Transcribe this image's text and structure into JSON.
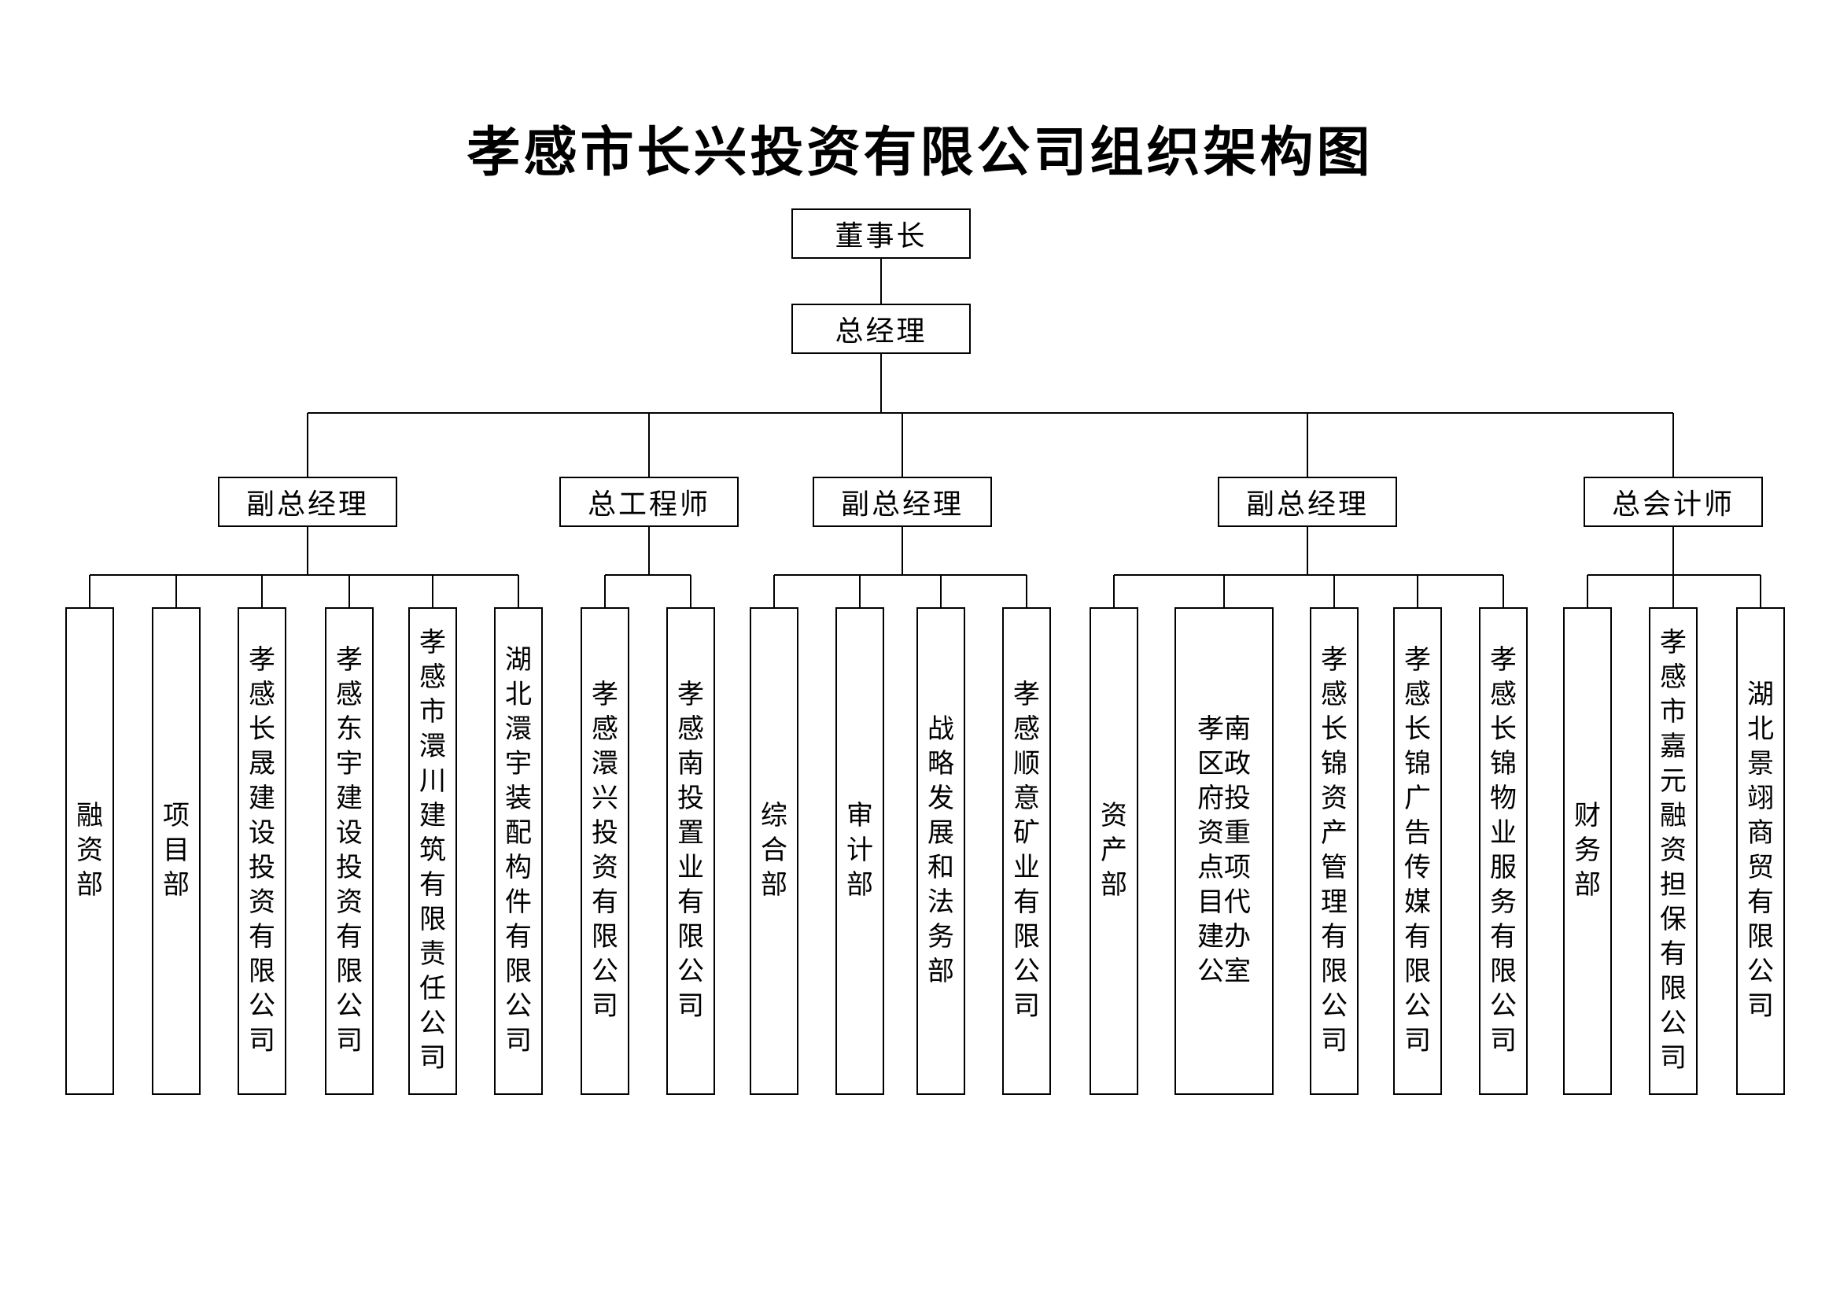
{
  "title": "孝感市长兴投资有限公司组织架构图",
  "nodes": {
    "chairman": "董事长",
    "general_manager": "总经理"
  },
  "groups": [
    {
      "executive": "副总经理",
      "children": [
        "融资部",
        "项目部",
        "孝感长晟建设投资有限公司",
        "孝感东宇建设投资有限公司",
        "孝感市澴川建筑有限责任公司",
        "湖北澴宇装配构件有限公司"
      ]
    },
    {
      "executive": "总工程师",
      "children": [
        "孝感澴兴投资有限公司",
        "孝感南投置业有限公司"
      ]
    },
    {
      "executive": "副总经理",
      "children": [
        "综合部",
        "审计部",
        "战略发展和法务部",
        "孝感顺意矿业有限公司"
      ]
    },
    {
      "executive": "副总经理",
      "children": [
        "资产部",
        "孝南区政府投资重点项目代建办公室",
        "孝感长锦资产管理有限公司",
        "孝感长锦广告传媒有限公司",
        "孝感长锦物业服务有限公司"
      ]
    },
    {
      "executive": "总会计师",
      "children": [
        "财务部",
        "孝感市嘉元融资担保有限公司",
        "湖北景翊商贸有限公司"
      ]
    }
  ],
  "colors": {
    "line": "#000000",
    "background": "#ffffff",
    "text": "#000000"
  }
}
